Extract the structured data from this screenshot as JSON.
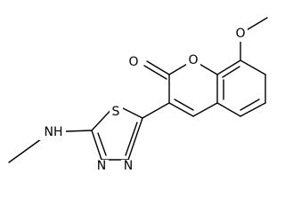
{
  "molecule": {
    "atoms": {
      "o_methoxy": "O",
      "o_carbonyl": "O",
      "o_ring": "O",
      "s_thiadiazole": "S",
      "n_thiadiazole_1": "N",
      "n_thiadiazole_2": "N",
      "nh_amine": "NH"
    }
  }
}
